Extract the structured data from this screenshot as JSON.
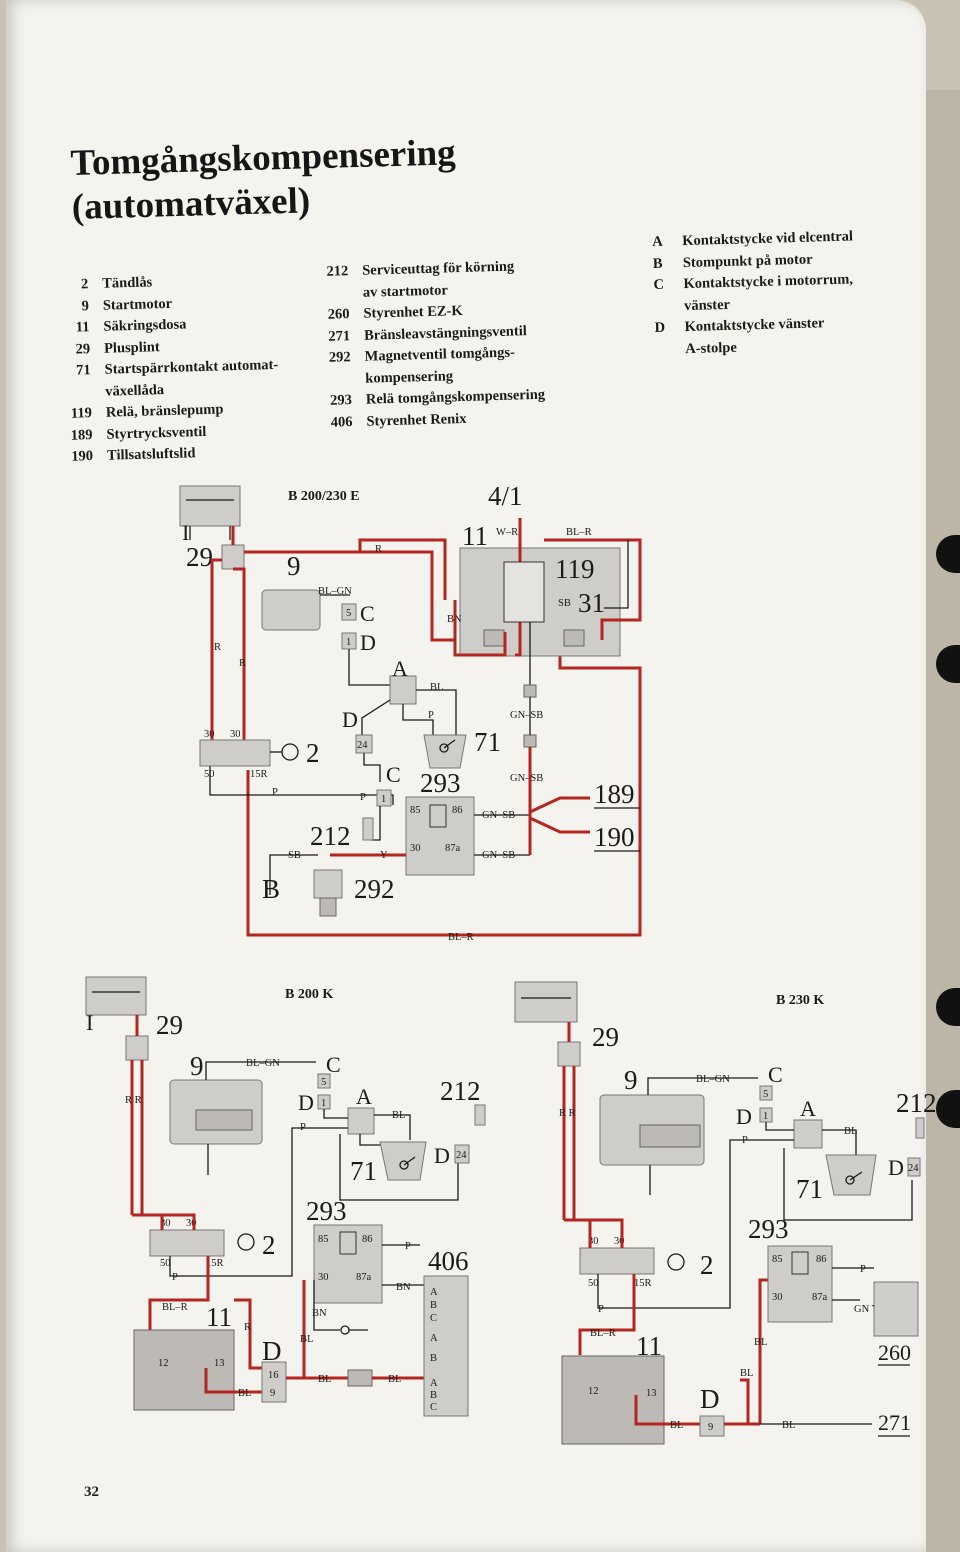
{
  "title": {
    "line1": "Tomgångskompensering",
    "line2": "(automatväxel)"
  },
  "legend_col1": [
    {
      "num": "2",
      "text": "Tändlås"
    },
    {
      "num": "9",
      "text": "Startmotor"
    },
    {
      "num": "11",
      "text": "Säkringsdosa"
    },
    {
      "num": "29",
      "text": "Plusplint"
    },
    {
      "num": "71",
      "text": "Startspärrkontakt automat-"
    },
    {
      "num": "",
      "text": "växellåda"
    },
    {
      "num": "119",
      "text": "Relä, bränslepump"
    },
    {
      "num": "189",
      "text": "Styrtrycksventil"
    },
    {
      "num": "190",
      "text": "Tillsatsluftslid"
    }
  ],
  "legend_col2": [
    {
      "num": "212",
      "text": "Serviceuttag för körning"
    },
    {
      "num": "",
      "text": "av startmotor"
    },
    {
      "num": "260",
      "text": "Styrenhet EZ-K"
    },
    {
      "num": "271",
      "text": "Bränsleavstängningsventil"
    },
    {
      "num": "292",
      "text": "Magnetventil tomgångs-"
    },
    {
      "num": "",
      "text": "kompensering"
    },
    {
      "num": "293",
      "text": "Relä tomgångskompensering"
    },
    {
      "num": "406",
      "text": "Styrenhet Renix"
    }
  ],
  "legend_col3": [
    {
      "num": "A",
      "text": "Kontaktstycke vid elcentral"
    },
    {
      "num": "B",
      "text": "Stompunkt på motor"
    },
    {
      "num": "C",
      "text": "Kontaktstycke i motorrum,"
    },
    {
      "num": "",
      "text": "vänster"
    },
    {
      "num": "D",
      "text": "Kontaktstycke vänster"
    },
    {
      "num": "",
      "text": "A-stolpe"
    }
  ],
  "diagrams": {
    "top_label": "B 200/230 E",
    "bottom_left_label": "B 200 K",
    "bottom_right_label": "B 230 K"
  },
  "labels_top": {
    "n29": "29",
    "n9": "9",
    "n2": "2",
    "n4_1": "4/1",
    "n11": "11",
    "n119": "119",
    "n31": "31",
    "n71": "71",
    "n293": "293",
    "n189": "189",
    "n190": "190",
    "n212": "212",
    "n292": "292",
    "A": "A",
    "B": "B",
    "C": "C",
    "C2": "C",
    "D": "D",
    "D2": "D",
    "w_R": "R",
    "w_BLGN": "BL–GN",
    "w_WR": "W–R",
    "w_BLR": "BL–R",
    "w_BL": "BL",
    "w_P": "P",
    "w_GNSB": "GN–SB",
    "w_GNSB2": "GN–SB",
    "w_GNSB3": "GN–SB",
    "w_GNSB4": "GN–SB",
    "w_SB": "SB",
    "w_Y": "Y",
    "w_BLR2": "BL–R",
    "w_BN": "BN",
    "w_SB2": "SB",
    "w_RR1": "R",
    "w_RR2": "R",
    "p30a": "30",
    "p30b": "30",
    "p50": "50",
    "p15R": "15R",
    "c5": "5",
    "c1": "1",
    "c24": "24",
    "c1b": "1"
  },
  "labels_bl": {
    "n29": "29",
    "n9": "9",
    "n2": "2",
    "n11": "11",
    "n71": "71",
    "n293": "293",
    "n406": "406",
    "n212": "212",
    "A": "A",
    "C": "C",
    "D": "D",
    "D2": "D",
    "D3": "D",
    "w_BLGN": "BL–GN",
    "w_BL": "BL",
    "w_P": "P",
    "w_BLR": "BL–R",
    "w_R": "R",
    "w_BN": "BN",
    "w_BL2": "BL",
    "w_BL3": "BL",
    "w_BL4": "BL",
    "w_BL5": "BL",
    "w_BN2": "BN",
    "w_RR": "R R",
    "w_P2": "P",
    "w_P3": "P",
    "p30a": "30",
    "p30b": "30",
    "p50": "50",
    "p15R": "15R",
    "p16": "16",
    "p9": "9",
    "p12": "12",
    "p13": "13",
    "c5": "5",
    "c1": "1",
    "c24": "24"
  },
  "labels_br": {
    "n29": "29",
    "n9": "9",
    "n2": "2",
    "n11": "11",
    "n71": "71",
    "n293": "293",
    "n260": "260",
    "n271": "271",
    "n212": "212",
    "A": "A",
    "C": "C",
    "D": "D",
    "D2": "D",
    "D3": "D",
    "w_BLGN": "BL–GN",
    "w_BL": "BL",
    "w_P": "P",
    "w_BLR": "BL–R",
    "w_BL2": "BL",
    "w_BL3": "BL",
    "w_BL4": "BL",
    "w_RR": "R R",
    "w_P2": "P",
    "w_P3": "P",
    "w_GNY": "GN Y",
    "p30a": "30",
    "p30b": "30",
    "p50": "50",
    "p15R": "15R",
    "p9": "9",
    "p12": "12",
    "p13": "13",
    "c5": "5",
    "c1": "1",
    "c24": "24"
  },
  "page_number": "32",
  "colors": {
    "wire": "#b3251f",
    "ink": "#1a1a1a",
    "box": "#cfcdc9",
    "paper": "#f4f3ee"
  }
}
